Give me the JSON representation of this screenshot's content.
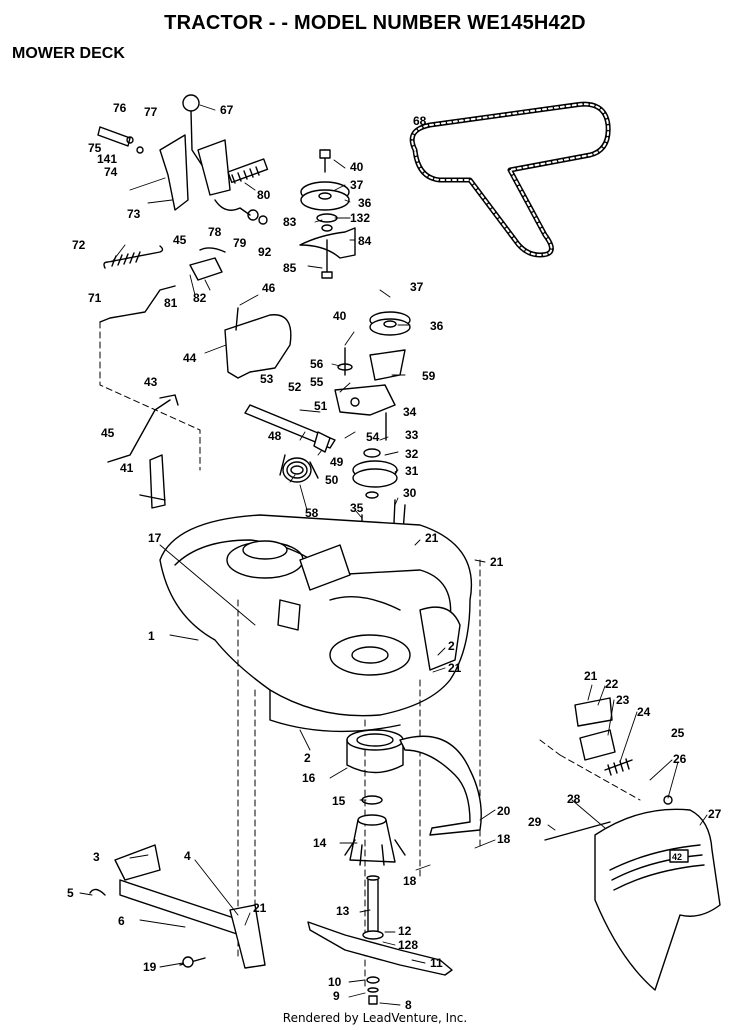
{
  "header": {
    "title": "TRACTOR - - MODEL NUMBER WE145H42D",
    "section": "MOWER DECK"
  },
  "footer": {
    "credit": "Rendered by LeadVenture, Inc."
  },
  "parts": [
    "1",
    "2",
    "3",
    "4",
    "5",
    "6",
    "8",
    "9",
    "10",
    "11",
    "12",
    "13",
    "14",
    "15",
    "16",
    "17",
    "18",
    "19",
    "20",
    "21",
    "22",
    "23",
    "24",
    "25",
    "26",
    "27",
    "28",
    "29",
    "30",
    "31",
    "32",
    "33",
    "34",
    "35",
    "36",
    "37",
    "40",
    "41",
    "43",
    "44",
    "45",
    "46",
    "48",
    "49",
    "50",
    "51",
    "52",
    "53",
    "54",
    "55",
    "56",
    "58",
    "59",
    "67",
    "68",
    "71",
    "72",
    "73",
    "74",
    "75",
    "76",
    "77",
    "78",
    "79",
    "80",
    "81",
    "82",
    "83",
    "84",
    "85",
    "92",
    "128",
    "132",
    "141"
  ],
  "deck_badge": "42"
}
